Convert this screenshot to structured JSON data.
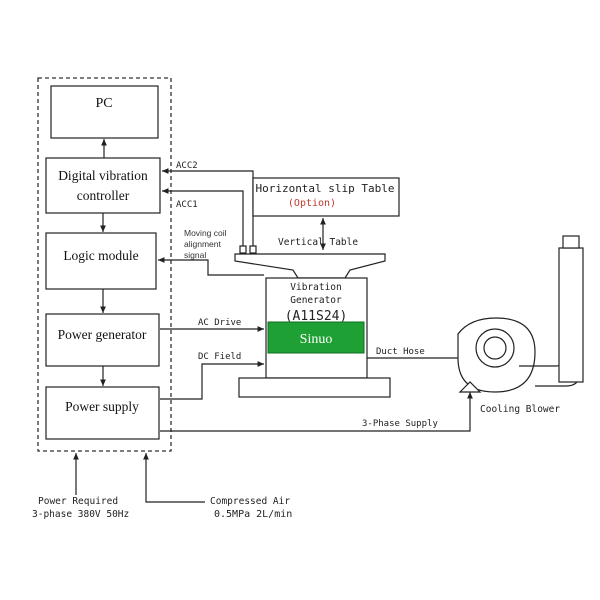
{
  "blocks": {
    "pc": "PC",
    "controller_line1": "Digital vibration",
    "controller_line2": "controller",
    "logic": "Logic module",
    "power_gen": "Power generator",
    "power_supply": "Power supply"
  },
  "signals": {
    "acc2": "ACC2",
    "acc1": "ACC1",
    "moving_coil_1": "Moving coil",
    "moving_coil_2": "alignment",
    "moving_coil_3": "signal",
    "ac_drive": "AC Drive",
    "dc_field": "DC Field",
    "duct_hose": "Duct Hose",
    "three_phase_supply": "3-Phase Supply"
  },
  "equipment": {
    "slip_table": "Horizontal slip Table",
    "slip_option": "(Option)",
    "vertical_table": "Vertical Table",
    "generator_1": "Vibration",
    "generator_2": "Generator",
    "model": "(A11S24)",
    "brand": "Sinuo",
    "blower": "Cooling Blower"
  },
  "inputs": {
    "power_1": "Power Required",
    "power_2": "3-phase 380V 50Hz",
    "air_1": "Compressed Air",
    "air_2": "0.5MPa  2L/min"
  },
  "colors": {
    "brand_fill": "#1fa035",
    "option_text": "#c0392b"
  }
}
